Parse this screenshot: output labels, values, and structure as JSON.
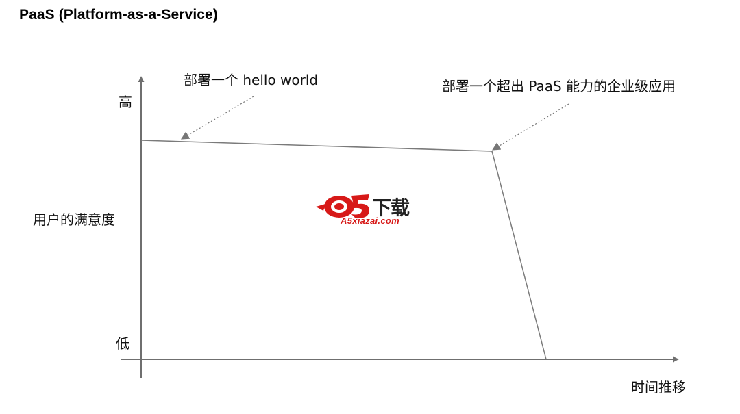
{
  "title": "PaaS (Platform-as-a-Service)",
  "axes": {
    "y_label": "用户的满意度",
    "y_high": "高",
    "y_low": "低",
    "x_label": "时间推移"
  },
  "annotations": {
    "hello_world": "部署一个 hello world",
    "enterprise_app": "部署一个超出 PaaS 能力的企业级应用"
  },
  "watermark": {
    "brand": "a5",
    "download": "下载",
    "site": "A5xiazai.com",
    "brand_color": "#d71918"
  }
}
